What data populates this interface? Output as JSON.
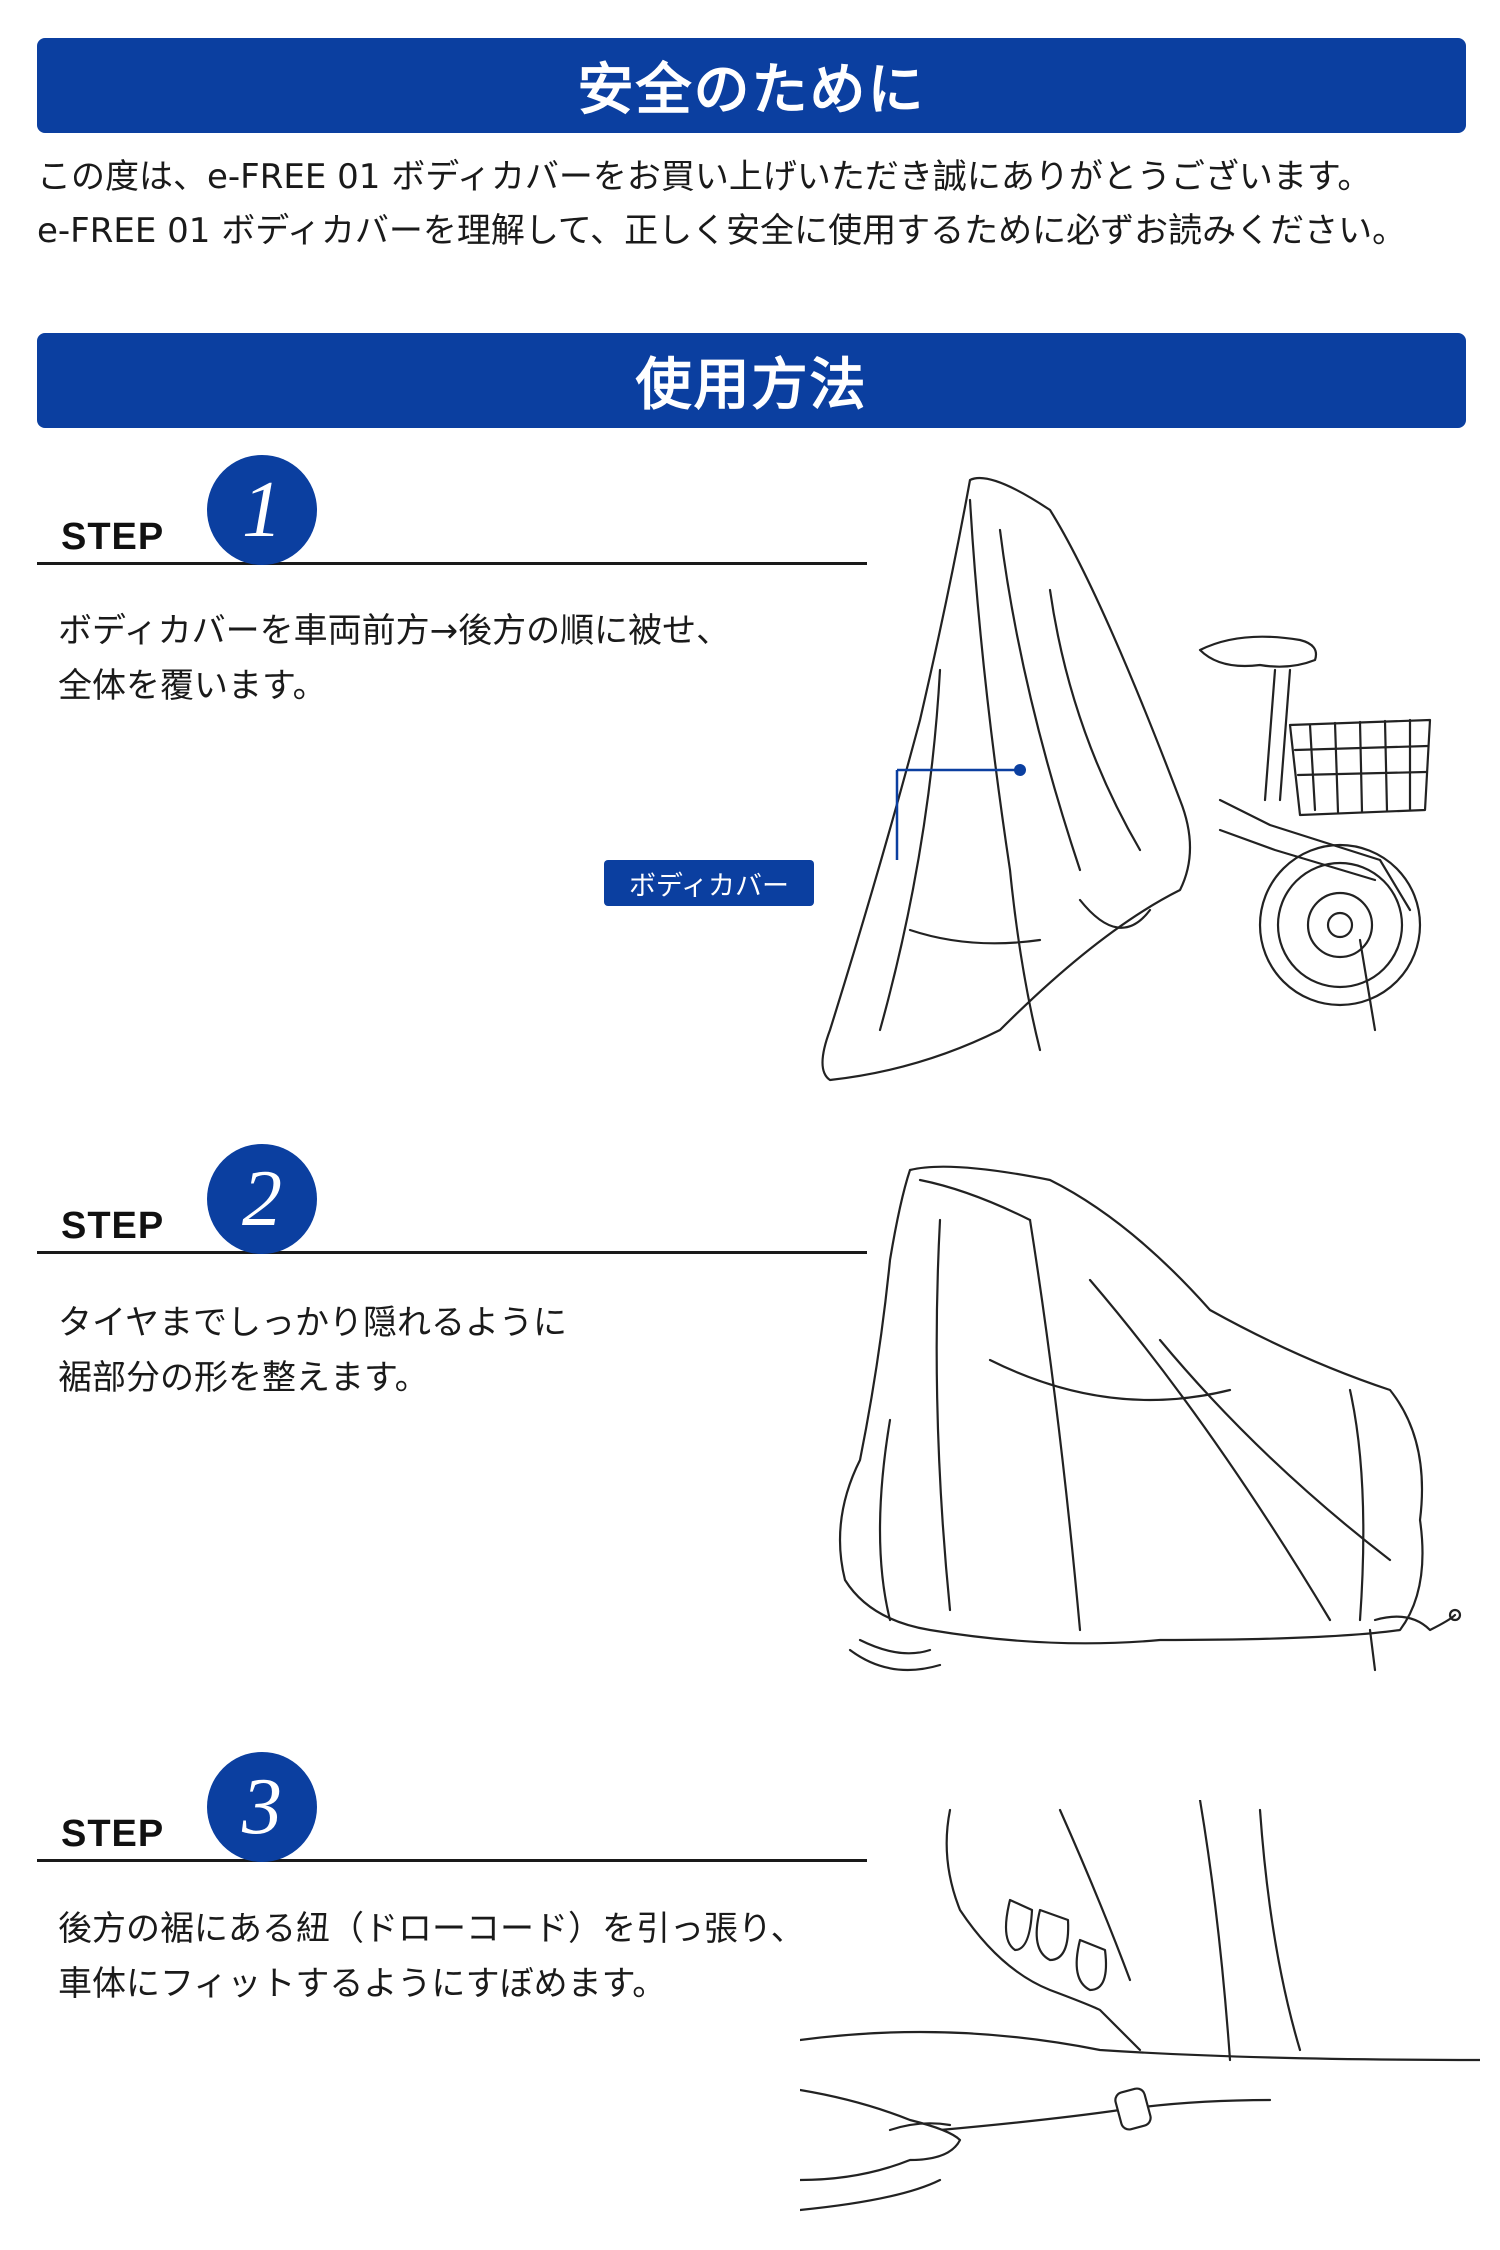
{
  "safety": {
    "title": "安全のために",
    "line1": "この度は、e-FREE 01 ボディカバーをお買い上げいただき誠にありがとうございます。",
    "line2": "e-FREE 01 ボディカバーを理解して、正しく安全に使用するために必ずお読みください。"
  },
  "usage": {
    "title": "使用方法"
  },
  "steps": [
    {
      "label": "STEP",
      "number": "1",
      "lines": [
        "ボディカバーを車両前方→後方の順に被せ、",
        "全体を覆います。"
      ],
      "callout": "ボディカバー"
    },
    {
      "label": "STEP",
      "number": "2",
      "lines": [
        "タイヤまでしっかり隠れるように",
        "裾部分の形を整えます。"
      ]
    },
    {
      "label": "STEP",
      "number": "3",
      "lines": [
        "後方の裾にある紐（ドローコード）を引っ張り、",
        "車体にフィットするようにすぼめます。"
      ]
    }
  ],
  "colors": {
    "brand": "#0b3fa0",
    "line": "#1a1a1a"
  }
}
